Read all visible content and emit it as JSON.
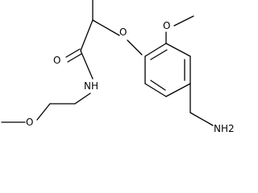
{
  "molecule": {
    "labels": {
      "ether_o_top": "O",
      "methoxy_o": "O",
      "carbonyl_o": "O",
      "amide_nh": "NH",
      "chain_methoxy_o": "O",
      "aminomethyl_nh2": "NH2"
    }
  }
}
